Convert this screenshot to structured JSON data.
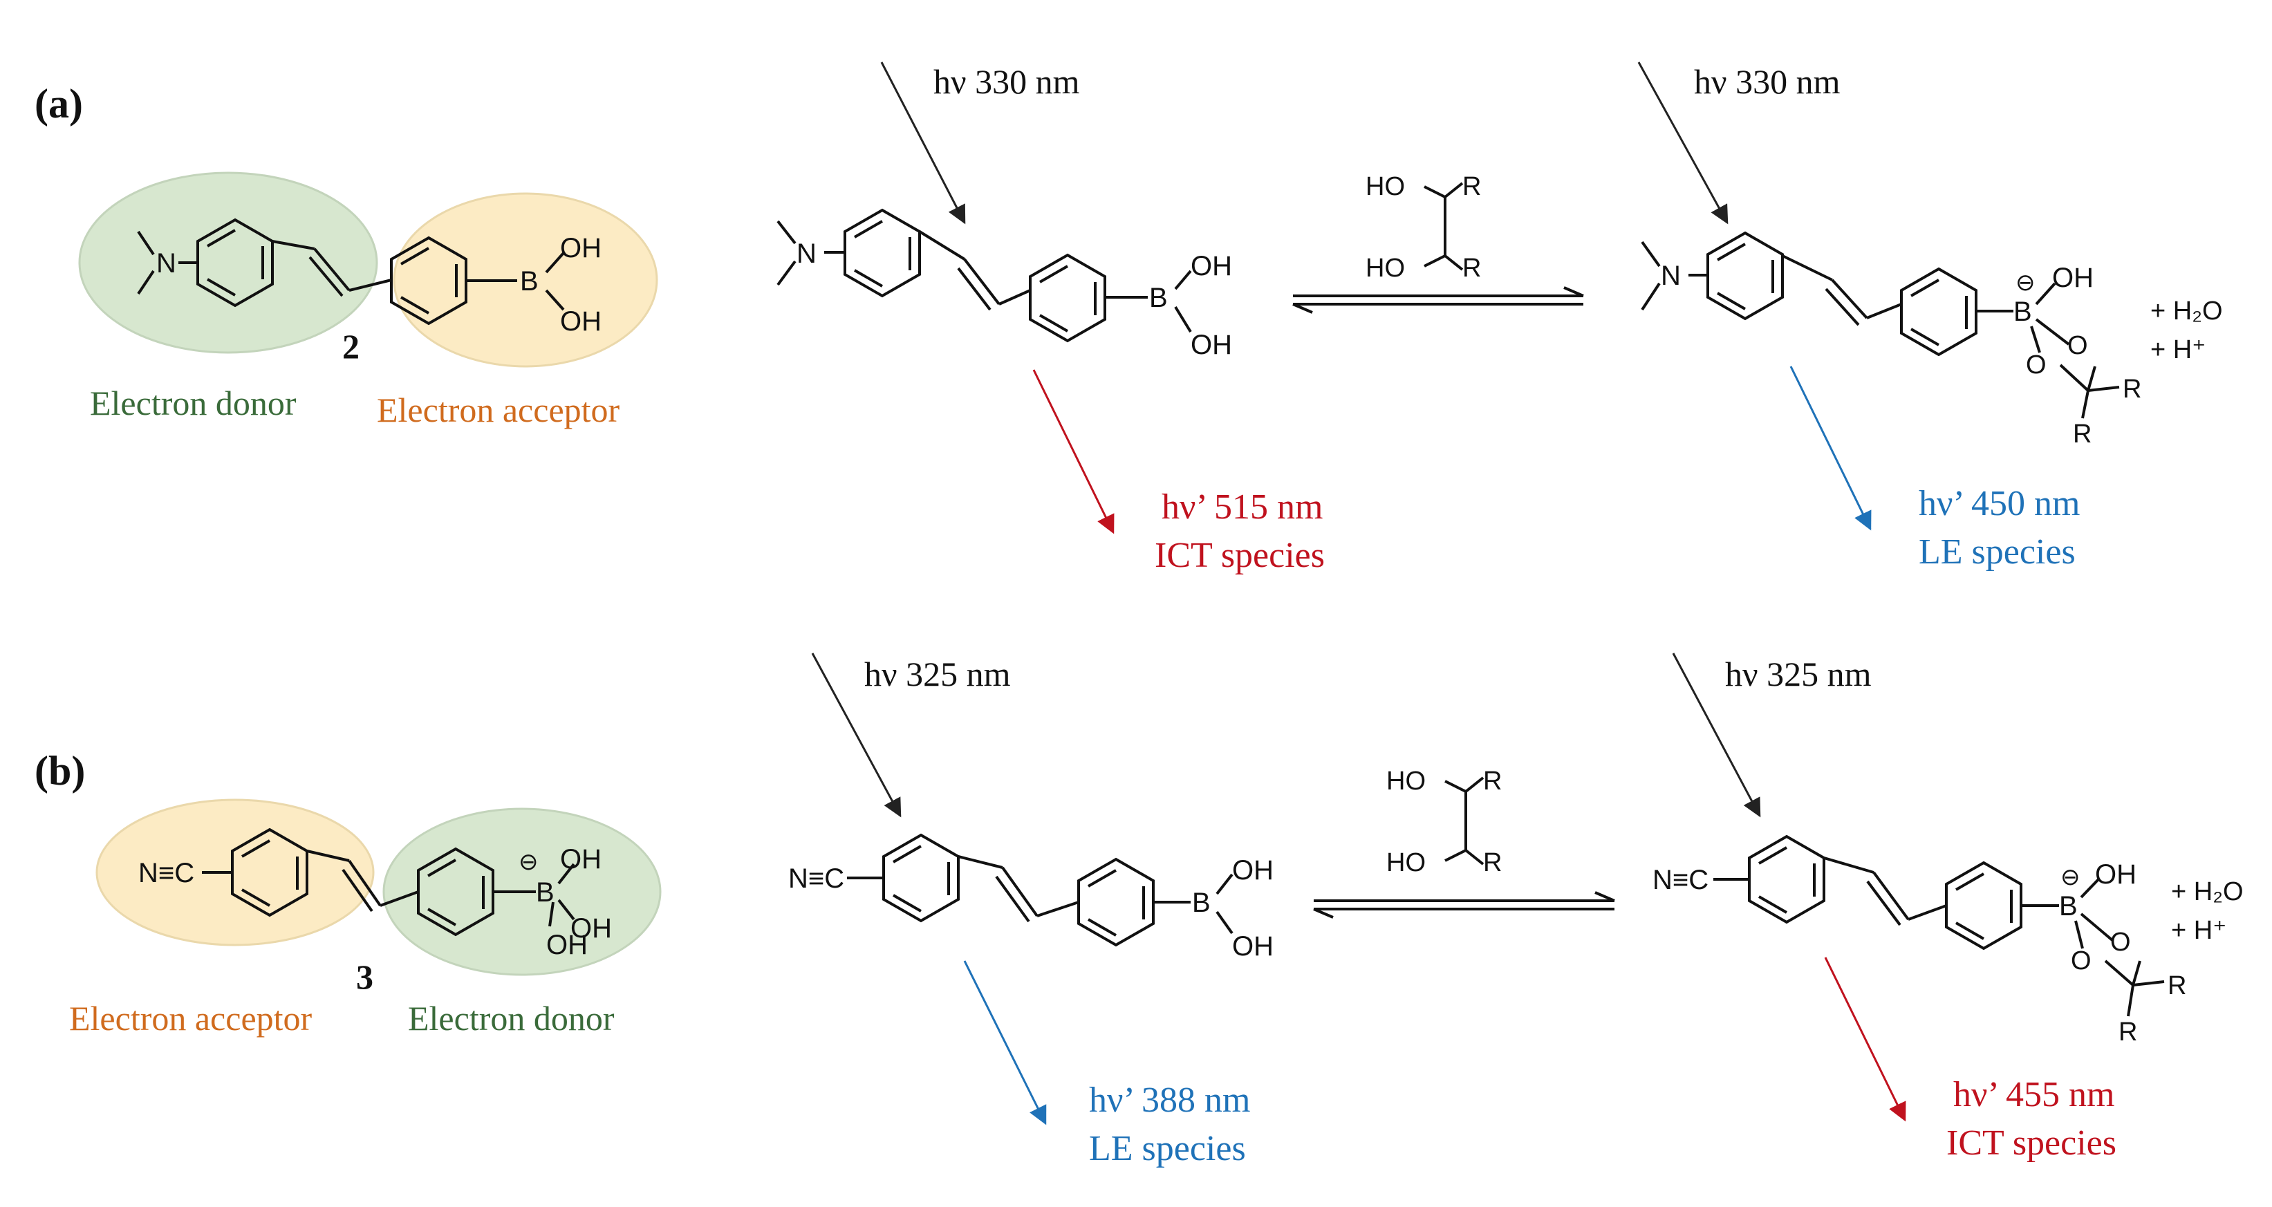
{
  "panels": {
    "a": {
      "label": "(a)",
      "compound_number": "2",
      "donor_label": "Electron donor",
      "acceptor_label": "Electron acceptor",
      "excitation_left": "hν 330 nm",
      "excitation_right": "hν 330 nm",
      "emission_left_wavelength": "hν’ 515 nm",
      "emission_left_species": "ICT species",
      "emission_right_wavelength": "hν’ 450 nm",
      "emission_right_species": "LE species",
      "byproducts": [
        "+ H₂O",
        "+ H⁺"
      ]
    },
    "b": {
      "label": "(b)",
      "compound_number": "3",
      "donor_label": "Electron donor",
      "acceptor_label": "Electron acceptor",
      "excitation_left": "hν 325 nm",
      "excitation_right": "hν 325 nm",
      "emission_left_wavelength": "hν’ 388 nm",
      "emission_left_species": "LE species",
      "emission_right_wavelength": "hν’ 455 nm",
      "emission_right_species": "ICT species",
      "byproducts": [
        "+ H₂O",
        "+ H⁺"
      ]
    }
  },
  "chem_labels": {
    "N": "N",
    "B": "B",
    "OH": "OH",
    "HO": "HO",
    "O": "O",
    "R": "R",
    "nitrile": "N≡C",
    "minus": "⊖"
  },
  "colors": {
    "ict_red": "#c0121e",
    "le_blue": "#1f72b8",
    "donor_text": "#3a6b3a",
    "acceptor_text": "#d06b1e",
    "donor_fill": "#d7e7cf",
    "acceptor_fill": "#fcebc4"
  }
}
